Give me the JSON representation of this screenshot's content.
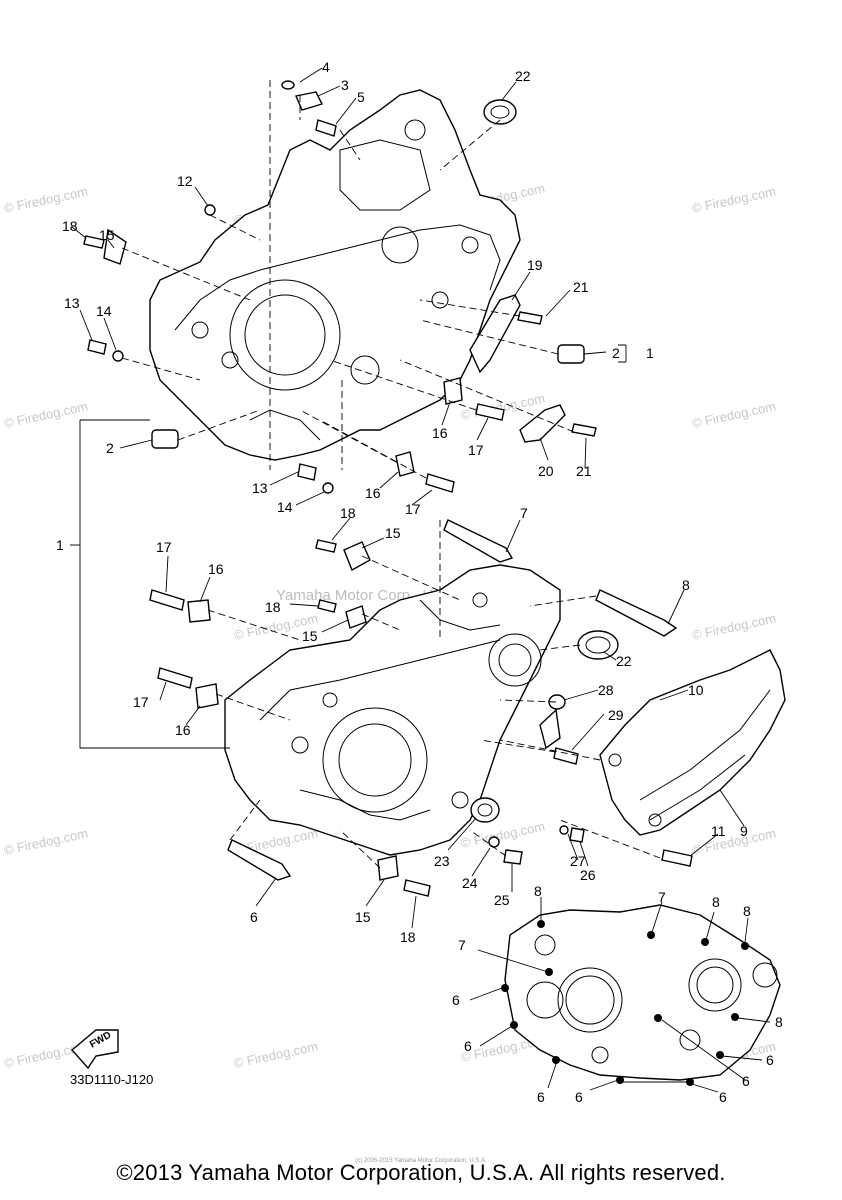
{
  "watermarks": [
    "© Firedog.com"
  ],
  "center_watermark": "Yamaha Motor Corp., U.S.A.",
  "fwd_label": "FWD",
  "diagram_code": "33D1110-J120",
  "copyright": "©2013 Yamaha Motor Corporation, U.S.A. All rights reserved.",
  "tiny_copyright": "(c) 2005-2015 Yamaha Motor Corporation, U.S.A.",
  "callouts": [
    "1",
    "2",
    "3",
    "4",
    "5",
    "6",
    "7",
    "8",
    "9",
    "10",
    "11",
    "12",
    "13",
    "14",
    "15",
    "16",
    "17",
    "18",
    "19",
    "20",
    "21",
    "22",
    "23",
    "24",
    "25",
    "26",
    "27",
    "28",
    "29"
  ]
}
